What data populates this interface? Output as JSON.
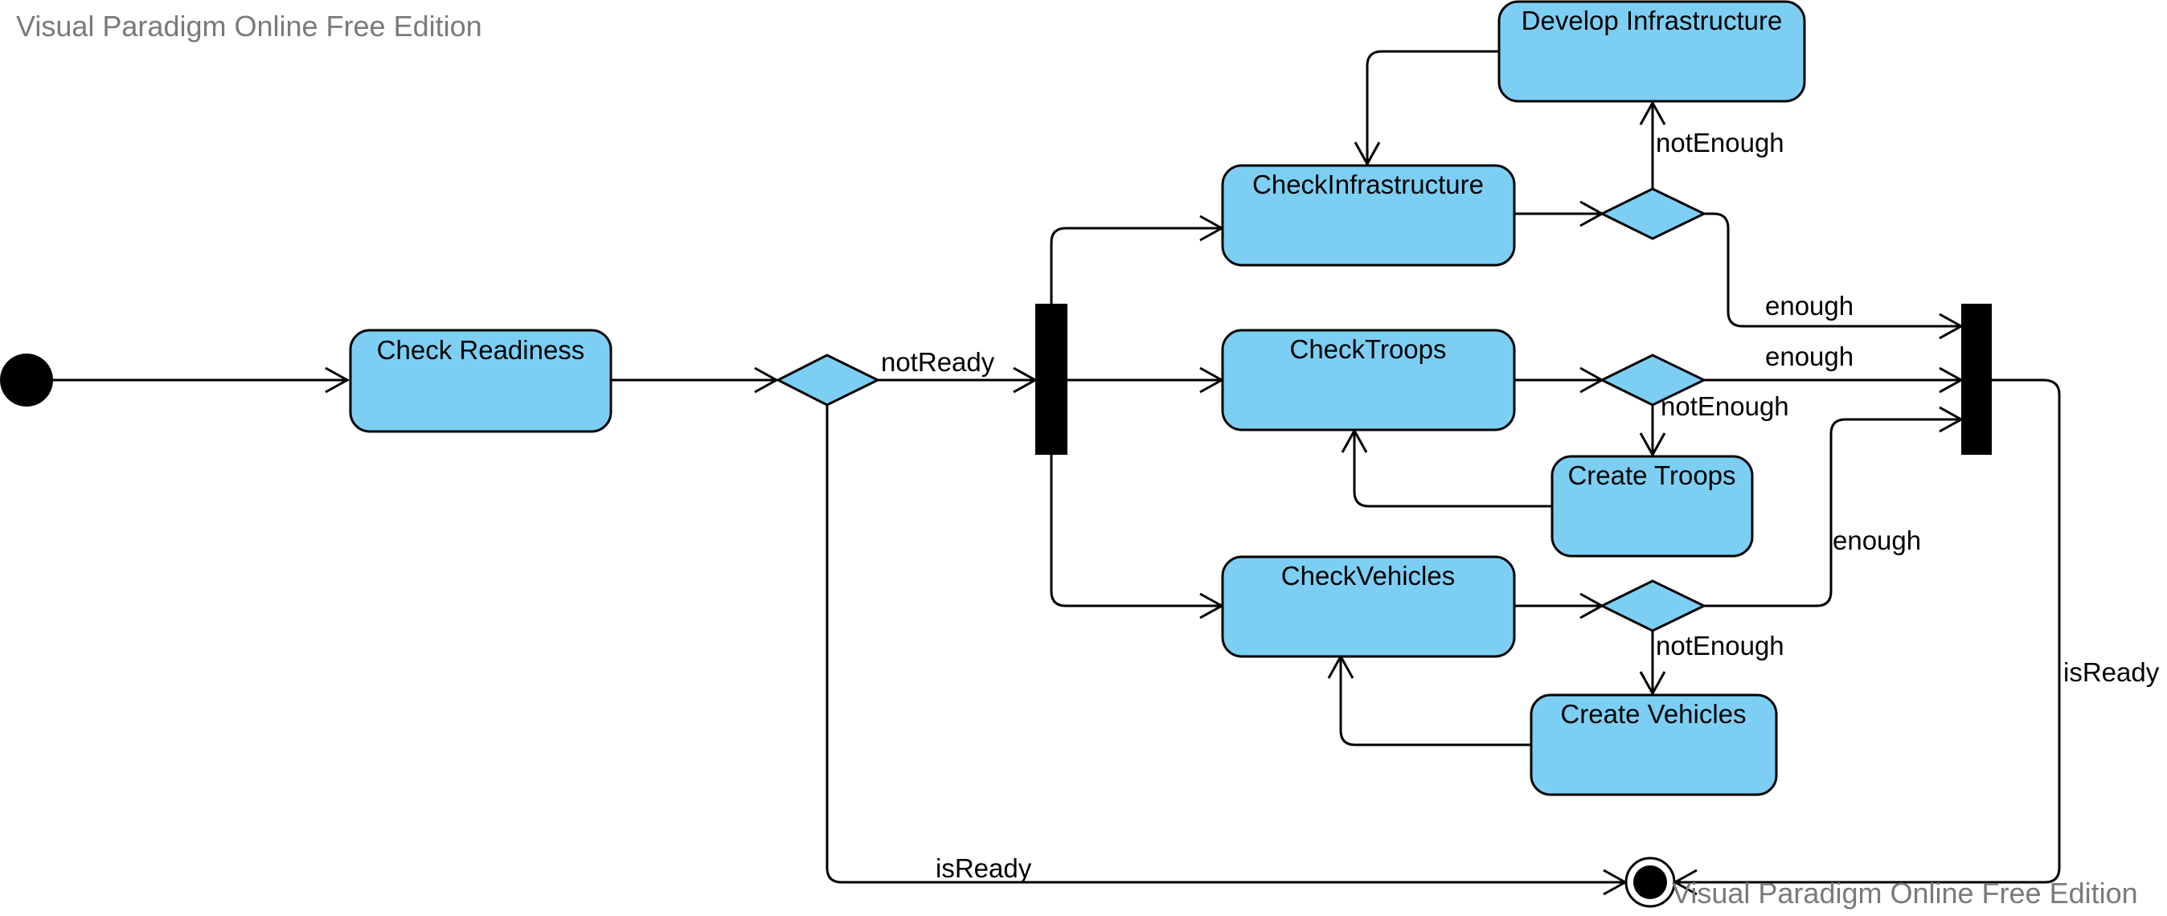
{
  "watermark": {
    "top": "Visual Paradigm Online Free Edition",
    "bottom": "Visual Paradigm Online Free Edition"
  },
  "actions": {
    "check_readiness": "Check Readiness",
    "develop_infrastructure": "Develop Infrastructure",
    "check_infrastructure": "CheckInfrastructure",
    "check_troops": "CheckTroops",
    "create_troops": "Create Troops",
    "check_vehicles": "CheckVehicles",
    "create_vehicles": "Create Vehicles"
  },
  "guards": {
    "not_ready": "notReady",
    "is_ready_bottom": "isReady",
    "is_ready_right": "isReady",
    "infra_not_enough": "notEnough",
    "infra_enough": "enough",
    "troops_enough": "enough",
    "troops_not_enough": "notEnough",
    "vehicles_enough": "enough",
    "vehicles_not_enough": "notEnough"
  },
  "colors": {
    "node_fill": "#7ccff3",
    "stroke": "#000000",
    "watermark": "#7a7a7a"
  }
}
